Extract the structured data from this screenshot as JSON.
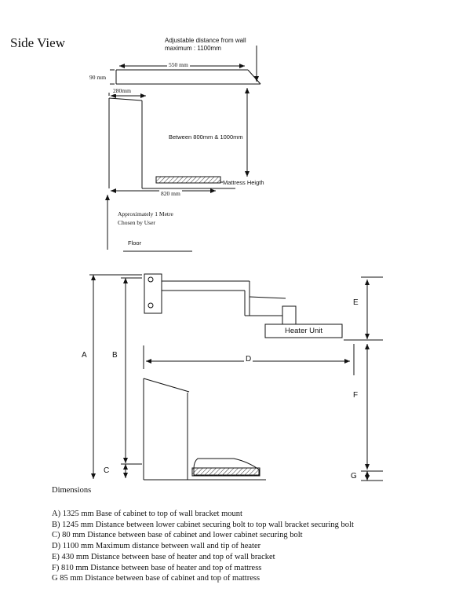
{
  "page_title": "Side View",
  "top_view": {
    "adjustable_note_line1": "Adjustable distance from wall",
    "adjustable_note_line2": "maximum : 1100mm",
    "width_550": "550 mm",
    "height_90": "90 mm",
    "width_280": "280mm",
    "between_range": "Between 800mm & 1000mm",
    "mattress_label": "Mattress Heigth",
    "width_820": "820 mm",
    "approx_line1": "Approximately 1 Metre",
    "approx_line2": "Chosen by User",
    "floor_label": "Floor"
  },
  "bottom_view": {
    "labels": {
      "a": "A",
      "b": "B",
      "c": "C",
      "d": "D",
      "e": "E",
      "f": "F",
      "g": "G"
    },
    "heater_unit": "Heater Unit"
  },
  "dimensions": {
    "title": "Dimensions",
    "items": [
      "A) 1325 mm Base of cabinet to top of wall bracket mount",
      "B) 1245 mm Distance between lower cabinet securing bolt to top wall bracket securing bolt",
      "C) 80 mm Distance between base of cabinet and lower cabinet securing bolt",
      "D) 1100 mm Maximum distance between wall and tip of heater",
      "E) 430 mm Distance between base of heater and top of wall bracket",
      "F) 810 mm Distance between base of heater and top of mattress",
      "G 85 mm Distance between base of cabinet and top of mattress"
    ]
  }
}
